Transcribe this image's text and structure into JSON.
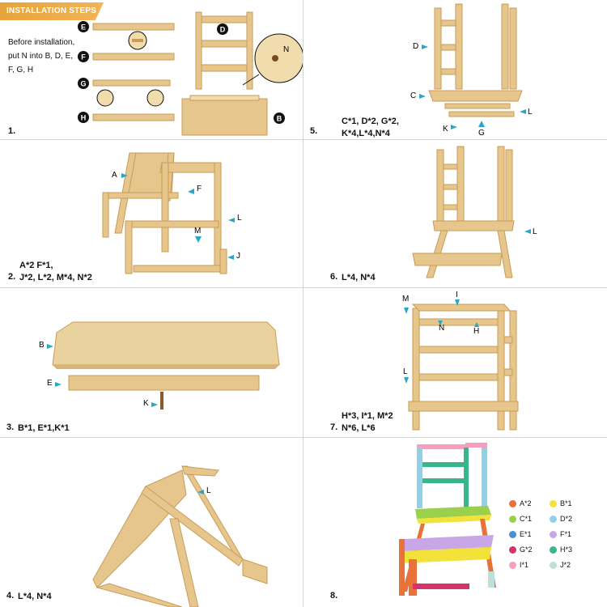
{
  "banner": "INSTALLATION STEPS",
  "intro": [
    "Before installation,",
    "put N into B, D, E,",
    "F, G, H"
  ],
  "parts_letters": {
    "e": "E",
    "f": "F",
    "g": "G",
    "h": "H",
    "d": "D",
    "n": "N",
    "b": "B"
  },
  "steps": [
    {
      "num": "1.",
      "lines": []
    },
    {
      "num": "2.",
      "lines": [
        "A*2  F*1,",
        "J*2, L*2, M*4, N*2"
      ],
      "labels": {
        "a": "A",
        "f": "F",
        "l": "L",
        "m": "M",
        "j": "J"
      }
    },
    {
      "num": "3.",
      "lines": [
        "B*1, E*1,K*1"
      ],
      "labels": {
        "b": "B",
        "e": "E",
        "k": "K"
      }
    },
    {
      "num": "4.",
      "lines": [
        "L*4, N*4"
      ],
      "labels": {
        "l": "L"
      }
    },
    {
      "num": "5.",
      "lines": [
        "C*1, D*2, G*2,",
        "K*4,L*4,N*4"
      ],
      "labels": {
        "d": "D",
        "c": "C",
        "l": "L",
        "k": "K",
        "g": "G"
      }
    },
    {
      "num": "6.",
      "lines": [
        "L*4, N*4"
      ],
      "labels": {
        "l": "L"
      }
    },
    {
      "num": "7.",
      "lines": [
        "H*3, I*1, M*2",
        "N*6, L*6"
      ],
      "labels": {
        "m": "M",
        "i": "I",
        "n": "N",
        "h": "H",
        "l": "L"
      }
    },
    {
      "num": "8.",
      "lines": []
    }
  ],
  "legend": [
    {
      "label": "A*2",
      "color": "#e8733a"
    },
    {
      "label": "B*1",
      "color": "#f2e23a"
    },
    {
      "label": "C*1",
      "color": "#9ad04b"
    },
    {
      "label": "D*2",
      "color": "#8fd1e6"
    },
    {
      "label": "E*1",
      "color": "#4a8fd8"
    },
    {
      "label": "F*1",
      "color": "#c9a6e6"
    },
    {
      "label": "G*2",
      "color": "#d6336c"
    },
    {
      "label": "H*3",
      "color": "#39b58a"
    },
    {
      "label": "I*1",
      "color": "#f4a1bf"
    },
    {
      "label": "J*2",
      "color": "#bde0d8"
    }
  ],
  "colors": {
    "wood": "#e6c68c",
    "wood_dark": "#c99c56",
    "wood_light": "#f1dcad",
    "arrow": "#2aa6c9",
    "banner": "#e8a33a"
  }
}
